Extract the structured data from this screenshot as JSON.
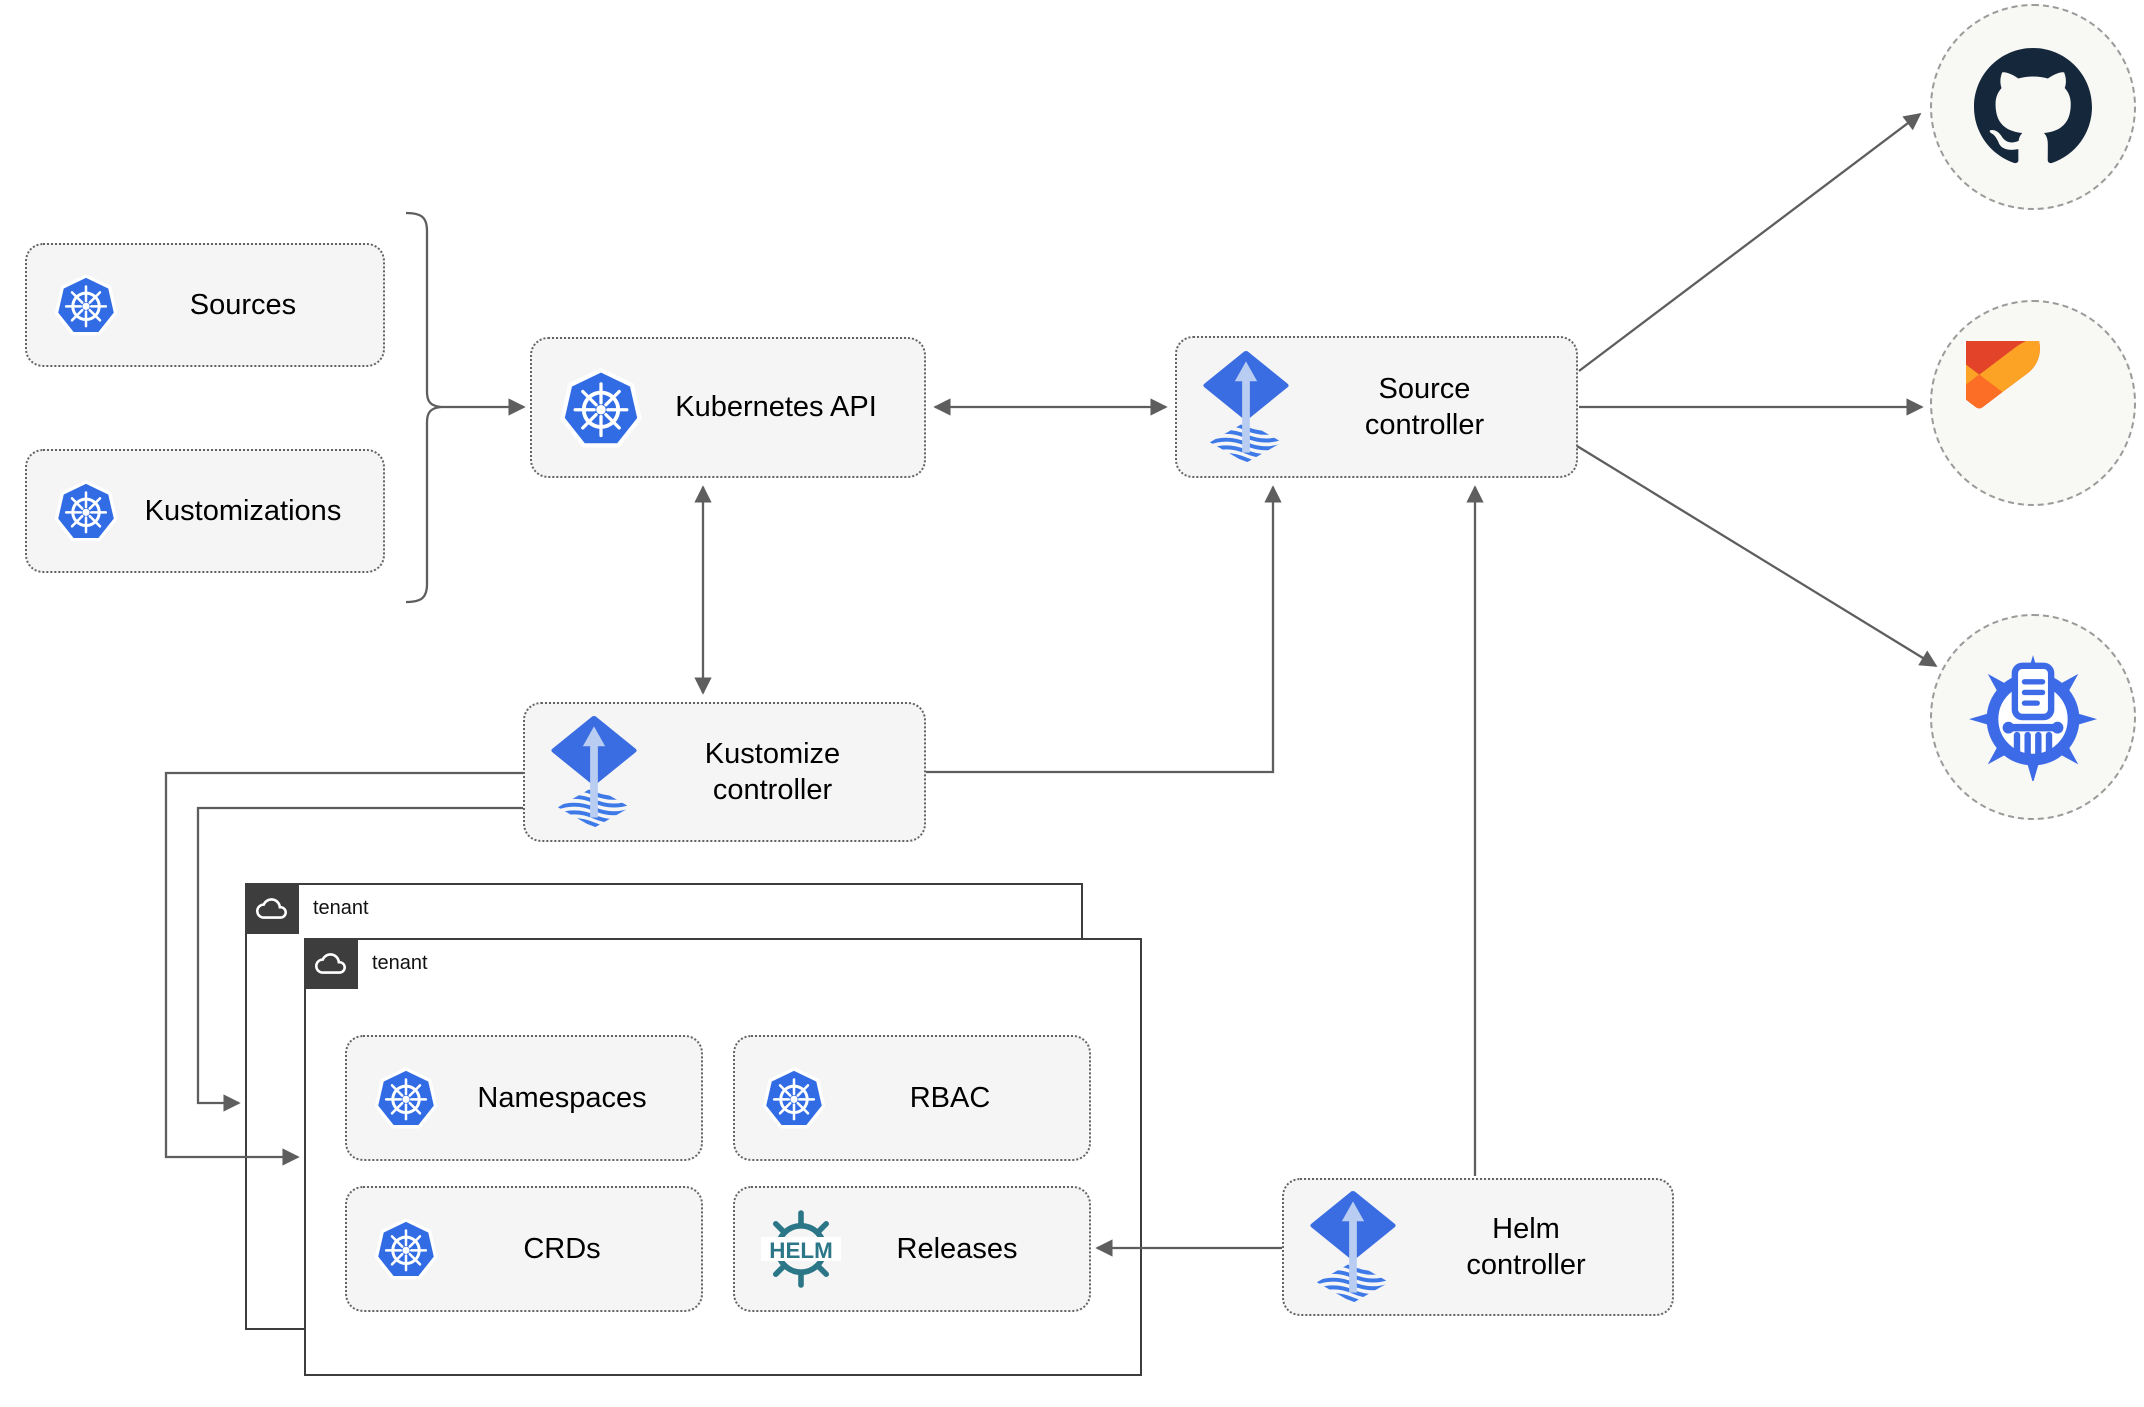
{
  "nodes": {
    "sources": {
      "label": "Sources"
    },
    "kustomizations": {
      "label": "Kustomizations"
    },
    "kubernetes_api": {
      "label": "Kubernetes API"
    },
    "source_controller": {
      "label": "Source\ncontroller"
    },
    "kustomize_controller": {
      "label": "Kustomize\ncontroller"
    },
    "helm_controller": {
      "label": "Helm\ncontroller"
    },
    "namespaces": {
      "label": "Namespaces"
    },
    "rbac": {
      "label": "RBAC"
    },
    "crds": {
      "label": "CRDs"
    },
    "releases": {
      "label": "Releases"
    }
  },
  "groups": {
    "tenant_outer": {
      "label": "tenant"
    },
    "tenant_inner": {
      "label": "tenant"
    }
  },
  "endpoints": {
    "github": {
      "icon": "github-icon"
    },
    "gitlab": {
      "icon": "gitlab-icon"
    },
    "chartmuseum": {
      "icon": "chartmuseum-icon"
    }
  },
  "helm_logo_text": "HELM",
  "edges": [
    {
      "from": "sources+kustomizations",
      "to": "kubernetes_api",
      "style": "arrow"
    },
    {
      "from": "kubernetes_api",
      "to": "source_controller",
      "style": "double-arrow"
    },
    {
      "from": "kubernetes_api",
      "to": "kustomize_controller",
      "style": "double-arrow"
    },
    {
      "from": "kustomize_controller",
      "to": "source_controller",
      "style": "arrow"
    },
    {
      "from": "helm_controller",
      "to": "source_controller",
      "style": "arrow"
    },
    {
      "from": "source_controller",
      "to": "github",
      "style": "arrow"
    },
    {
      "from": "source_controller",
      "to": "gitlab",
      "style": "arrow"
    },
    {
      "from": "source_controller",
      "to": "chartmuseum",
      "style": "arrow"
    },
    {
      "from": "kustomize_controller",
      "to": "tenant_inner",
      "style": "arrow"
    },
    {
      "from": "kustomize_controller",
      "to": "tenant_outer",
      "style": "arrow"
    },
    {
      "from": "helm_controller",
      "to": "releases",
      "style": "arrow"
    }
  ],
  "colors": {
    "kubernetes_blue": "#326ce5",
    "flux_blue": "#3a6ce2",
    "flux_light_arrow": "#b9cdf2",
    "helm_teal": "#2b7687",
    "github_dark": "#15273a",
    "gitlab_red": "#e24329",
    "gitlab_orange": "#fc6d26",
    "gitlab_yellow": "#fca326",
    "chartmuseum_blue": "#3d6be8",
    "arrow_gray": "#5e5e5e",
    "node_fill": "#f5f5f5",
    "node_border": "#636363",
    "tenant_dark": "#3d3d3d",
    "endpoint_fill": "#f8f8f5"
  }
}
